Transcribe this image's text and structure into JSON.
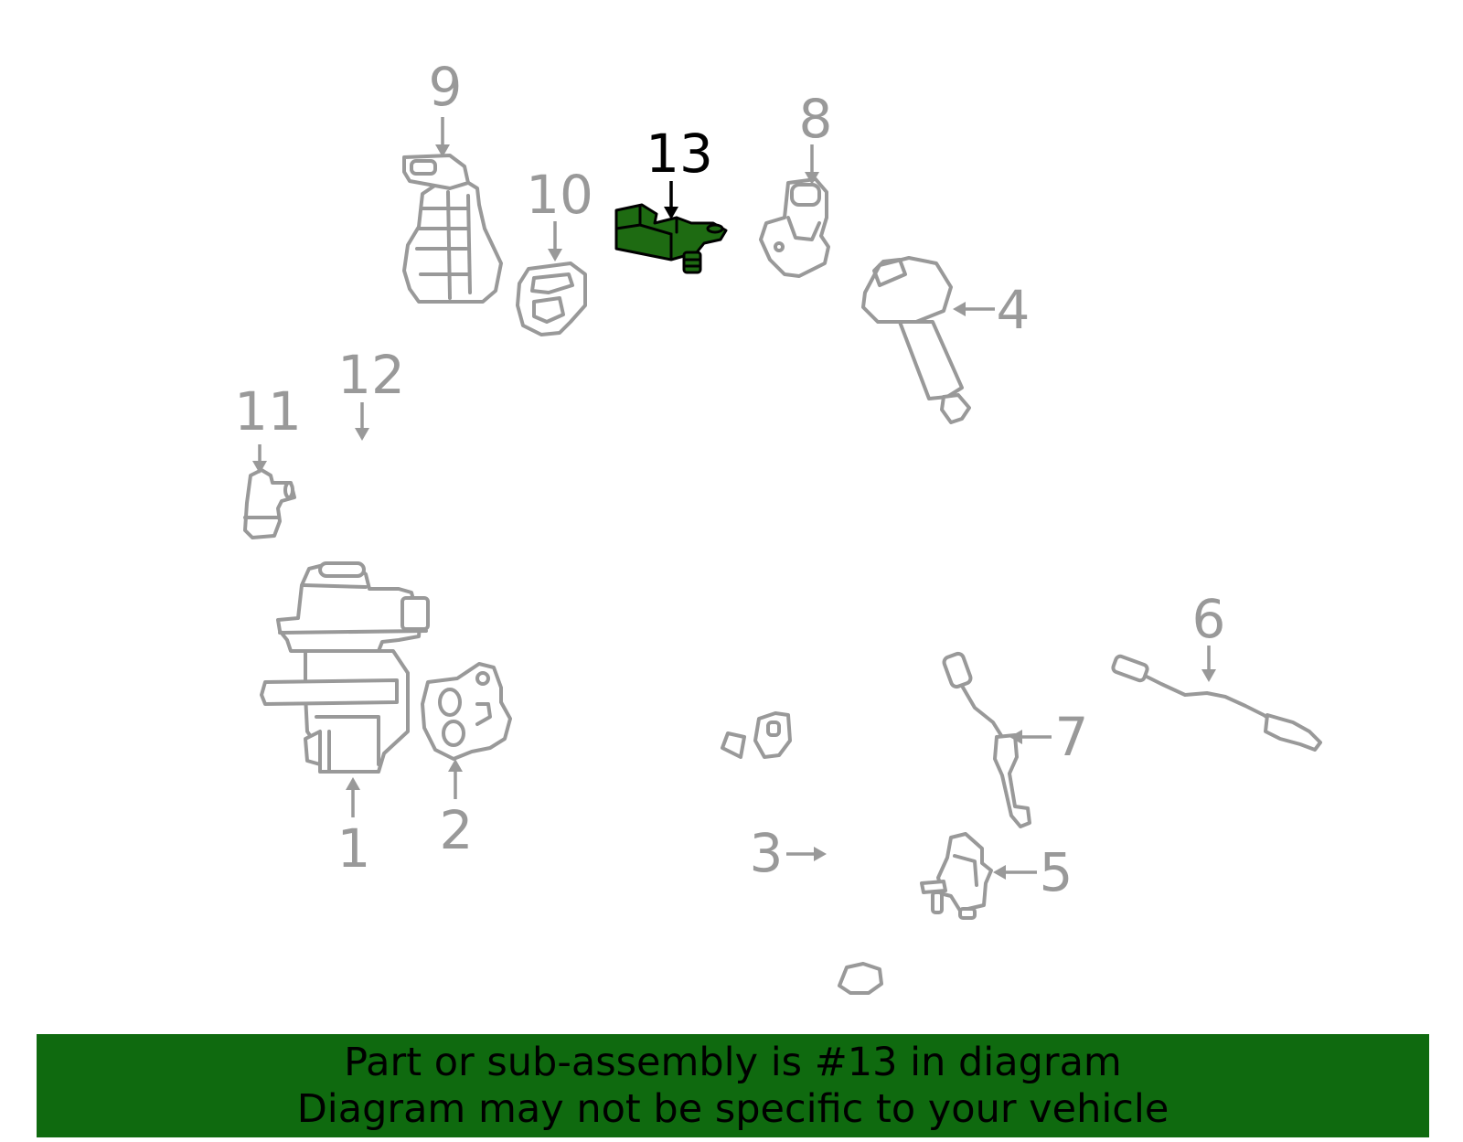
{
  "callouts": [
    {
      "id": "1",
      "label": "1",
      "highlighted": false
    },
    {
      "id": "2",
      "label": "2",
      "highlighted": false
    },
    {
      "id": "3",
      "label": "3",
      "highlighted": false
    },
    {
      "id": "4",
      "label": "4",
      "highlighted": false
    },
    {
      "id": "5",
      "label": "5",
      "highlighted": false
    },
    {
      "id": "6",
      "label": "6",
      "highlighted": false
    },
    {
      "id": "7",
      "label": "7",
      "highlighted": false
    },
    {
      "id": "8",
      "label": "8",
      "highlighted": false
    },
    {
      "id": "9",
      "label": "9",
      "highlighted": false
    },
    {
      "id": "10",
      "label": "10",
      "highlighted": false
    },
    {
      "id": "11",
      "label": "11",
      "highlighted": false
    },
    {
      "id": "12",
      "label": "12",
      "highlighted": false
    },
    {
      "id": "13",
      "label": "13",
      "highlighted": true
    }
  ],
  "banner": {
    "line1": "Part or sub-assembly is #13 in diagram",
    "line2": "Diagram may not be specific to your vehicle"
  },
  "colors": {
    "banner_bg": "#0f6a0f",
    "highlight_fill": "#1e6b12",
    "part_stroke": "#999999",
    "callout_gray": "#999999",
    "callout_highlight": "#000000"
  }
}
